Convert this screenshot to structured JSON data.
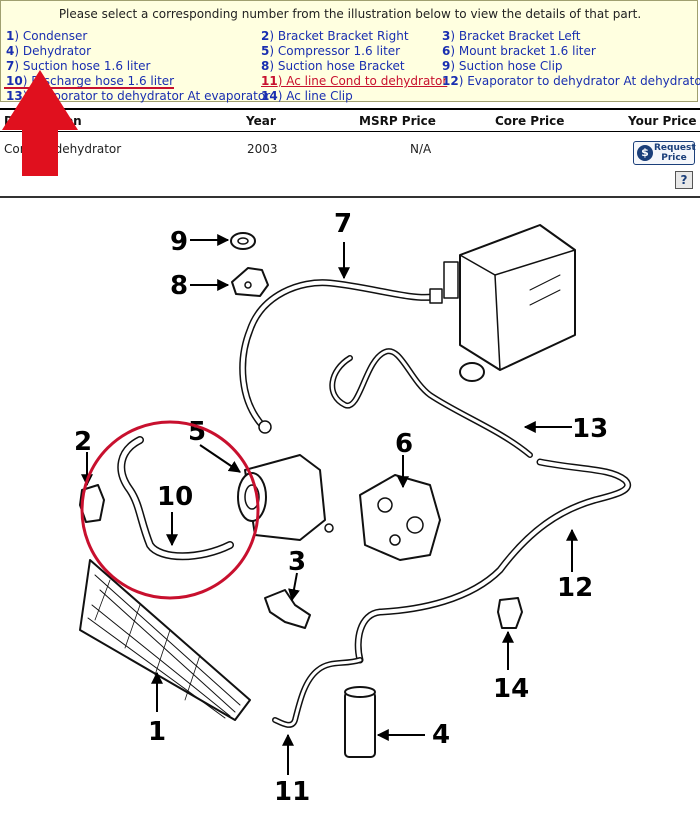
{
  "instructions": "Please select a corresponding number from the illustration below to view the details of that part.",
  "parts": [
    {
      "num": "1",
      "label": ") Condenser"
    },
    {
      "num": "2",
      "label": ") Bracket Bracket Right"
    },
    {
      "num": "3",
      "label": ") Bracket Bracket Left"
    },
    {
      "num": "4",
      "label": ") Dehydrator"
    },
    {
      "num": "5",
      "label": ") Compressor 1.6 liter"
    },
    {
      "num": "6",
      "label": ") Mount bracket 1.6 liter"
    },
    {
      "num": "7",
      "label": ") Suction hose 1.6 liter"
    },
    {
      "num": "8",
      "label": ") Suction hose Bracket"
    },
    {
      "num": "9",
      "label": ") Suction hose Clip"
    },
    {
      "num": "10",
      "label": ") Discharge hose 1.6 liter"
    },
    {
      "num": "11",
      "label": ") Ac line Cond to dehydrator"
    },
    {
      "num": "12",
      "label": ") Evaporator to dehydrator At dehydrator"
    },
    {
      "num": "13",
      "label": ") Evaporator to dehydrator At evaporator"
    },
    {
      "num": "14",
      "label": ") Ac line Clip"
    }
  ],
  "table": {
    "headers": [
      "Description",
      "Year",
      "MSRP Price",
      "Core Price",
      "Your Price"
    ],
    "row": {
      "description": "Cond to dehydrator",
      "year": "2003",
      "msrp": "N/A"
    }
  },
  "request_button": {
    "line1": "Request",
    "line2": "Price",
    "icon": "dollar-icon"
  },
  "help_button": "?",
  "diagram_callouts": [
    "1",
    "2",
    "3",
    "4",
    "5",
    "6",
    "7",
    "8",
    "9",
    "10",
    "11",
    "12",
    "13",
    "14"
  ],
  "colors": {
    "accent_red": "#c8102e",
    "link_blue": "#1a2fb0",
    "panel_bg": "#ffffe0"
  }
}
